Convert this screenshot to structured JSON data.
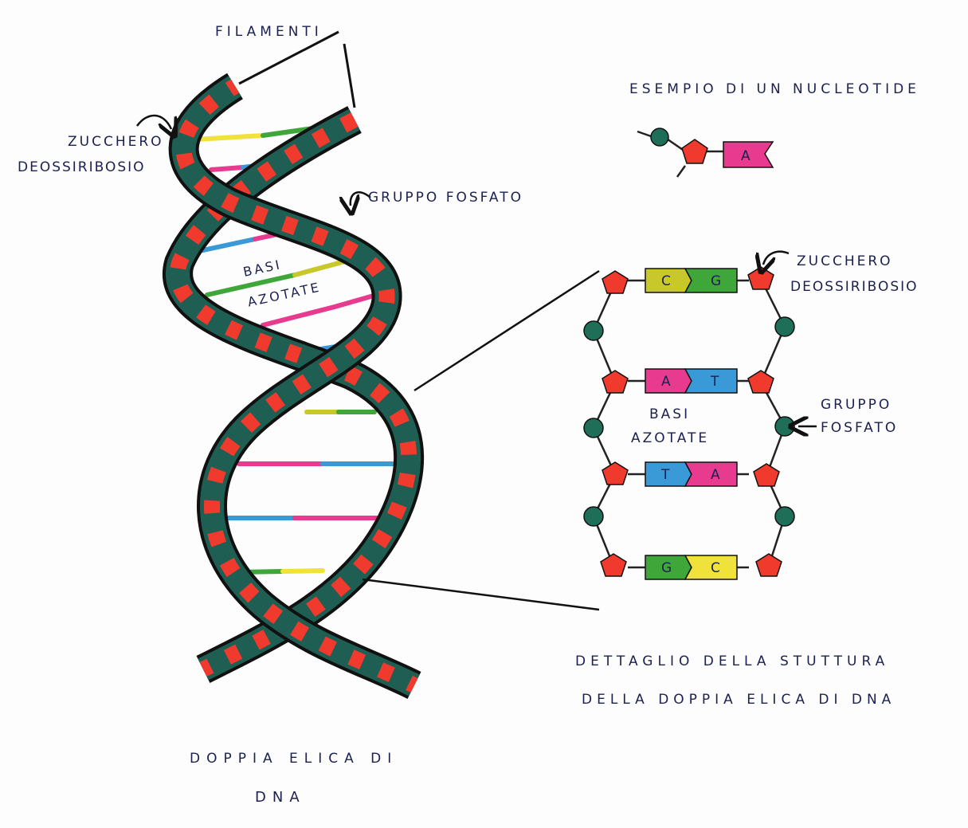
{
  "labels": {
    "filamenti": "FILAMENTI",
    "zucchero_left_1": "ZUCCHERO",
    "zucchero_left_2": "DEOSSIRIBOSIO",
    "gruppo_fosfato_left": "GRUPPO FOSFATO",
    "basi_left_1": "BASI",
    "basi_left_2": "AZOTATE",
    "esempio": "ESEMPIO DI UN NUCLEOTIDE",
    "nucleotide_base": "A",
    "zucchero_right_1": "ZUCCHERO",
    "zucchero_right_2": "DEOSSIRIBOSIO",
    "gruppo_right_1": "GRUPPO",
    "gruppo_right_2": "FOSFATO",
    "basi_right_1": "BASI",
    "basi_right_2": "AZOTATE",
    "dettaglio_1": "DETTAGLIO DELLA STUTTURA",
    "dettaglio_2": "DELLA DOPPIA ELICA DI DNA",
    "doppia_1": "DOPPIA ELICA DI",
    "doppia_2": "DNA"
  },
  "base_pairs": [
    {
      "left": "C",
      "right": "G",
      "left_color": "#c8c82a",
      "right_color": "#3fa63a"
    },
    {
      "left": "A",
      "right": "T",
      "left_color": "#e83a8e",
      "right_color": "#3a9ad8"
    },
    {
      "left": "T",
      "right": "A",
      "left_color": "#3a9ad8",
      "right_color": "#e83a8e"
    },
    {
      "left": "G",
      "right": "C",
      "left_color": "#3fa63a",
      "right_color": "#f0e23a"
    }
  ],
  "colors": {
    "backbone": "#1f5e52",
    "sugar": "#f03a2e",
    "phosphate": "#1f6e58",
    "ink": "#1c2050"
  }
}
